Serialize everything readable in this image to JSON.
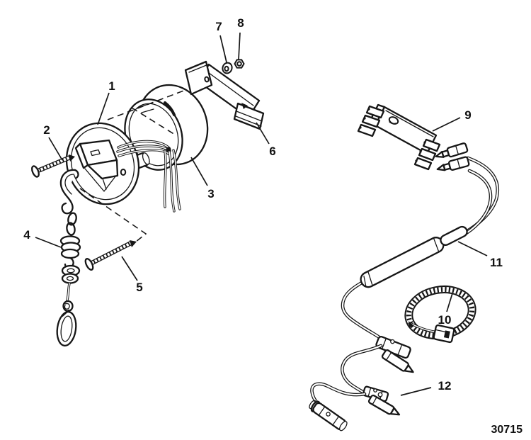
{
  "figure": {
    "drawing_number": "30715",
    "ink_color": "#161616",
    "paper_color": "#ffffff",
    "callouts": [
      {
        "label": "1"
      },
      {
        "label": "2"
      },
      {
        "label": "3"
      },
      {
        "label": "4"
      },
      {
        "label": "5"
      },
      {
        "label": "6"
      },
      {
        "label": "7"
      },
      {
        "label": "8"
      },
      {
        "label": "9"
      },
      {
        "label": "10"
      },
      {
        "label": "11"
      },
      {
        "label": "12"
      }
    ]
  }
}
